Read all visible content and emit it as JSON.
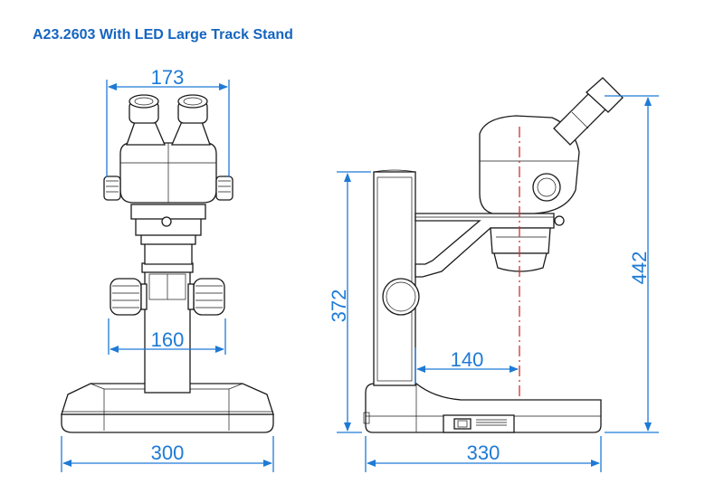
{
  "title": "A23.2603 With LED Large Track Stand",
  "colors": {
    "title": "#1565c0",
    "dimension": "#1e7ad6",
    "optical_axis": "#d32f2f",
    "outline": "#1a1a1a"
  },
  "dimensions": {
    "head_width": "173",
    "column_width": "160",
    "base_width": "300",
    "column_height": "372",
    "arm_reach": "140",
    "total_height": "442",
    "base_depth": "330"
  }
}
